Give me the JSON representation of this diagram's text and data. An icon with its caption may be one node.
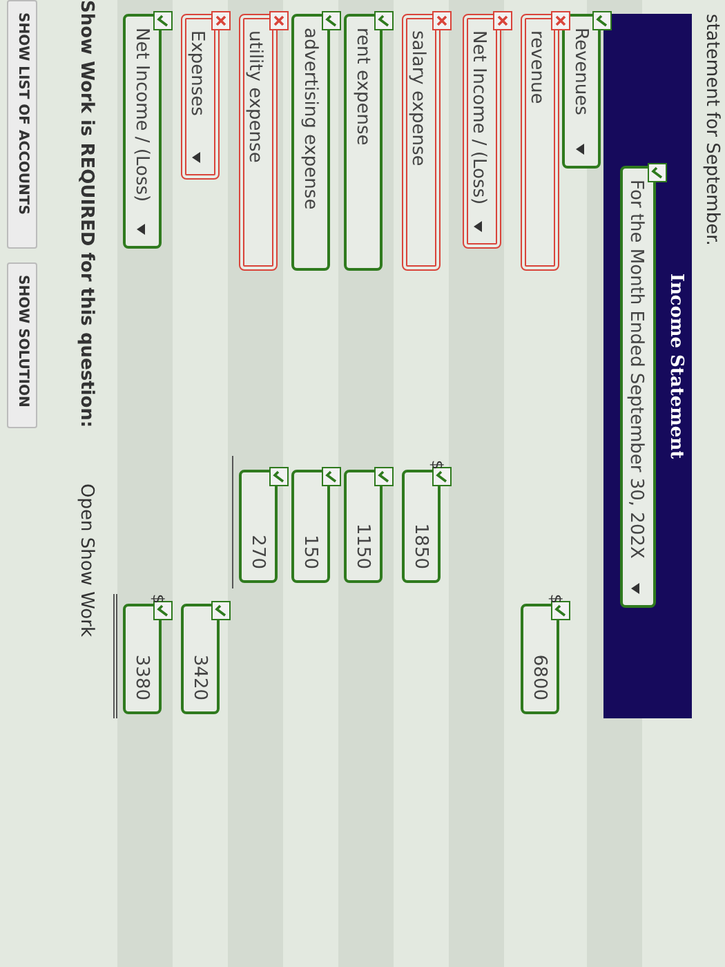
{
  "diagram": {
    "nodes": [
      {
        "text": [
          "Income Statement"
        ]
      },
      {
        "text": [
          "For the Month Ended September 30, 202X"
        ],
        "in": 0
      },
      {
        "text": [
          "Revenues"
        ]
      },
      {
        "text": [
          "revenue"
        ]
      },
      {
        "text": [
          "6800"
        ]
      },
      {
        "text": [
          "Net Income / (Loss)"
        ]
      },
      {
        "text": [
          "salary expense"
        ]
      },
      {
        "text": [
          "1850"
        ]
      },
      {
        "text": [
          "rent expense"
        ]
      },
      {
        "text": [
          "1150"
        ]
      },
      {
        "text": [
          "advertising expense"
        ]
      },
      {
        "text": [
          "150"
        ]
      },
      {
        "text": [
          "utility expense"
        ]
      },
      {
        "text": [
          "270"
        ]
      },
      {
        "text": [
          "Expenses"
        ]
      },
      {
        "text": [
          "3420"
        ]
      },
      {
        "text": [
          "Net Income / (Loss)"
        ]
      },
      {
        "text": [
          "3380"
        ]
      },
      {
        "text": [
          "SHOW LIST OF ACCOUNTS"
        ]
      },
      {
        "text": [
          "SHOW SOLUTION"
        ]
      }
    ],
    "labels": [
      "statement for September.",
      "$",
      "$",
      "$",
      "Show Work is REQUIRED for this question:",
      "Open Show Work"
    ]
  }
}
